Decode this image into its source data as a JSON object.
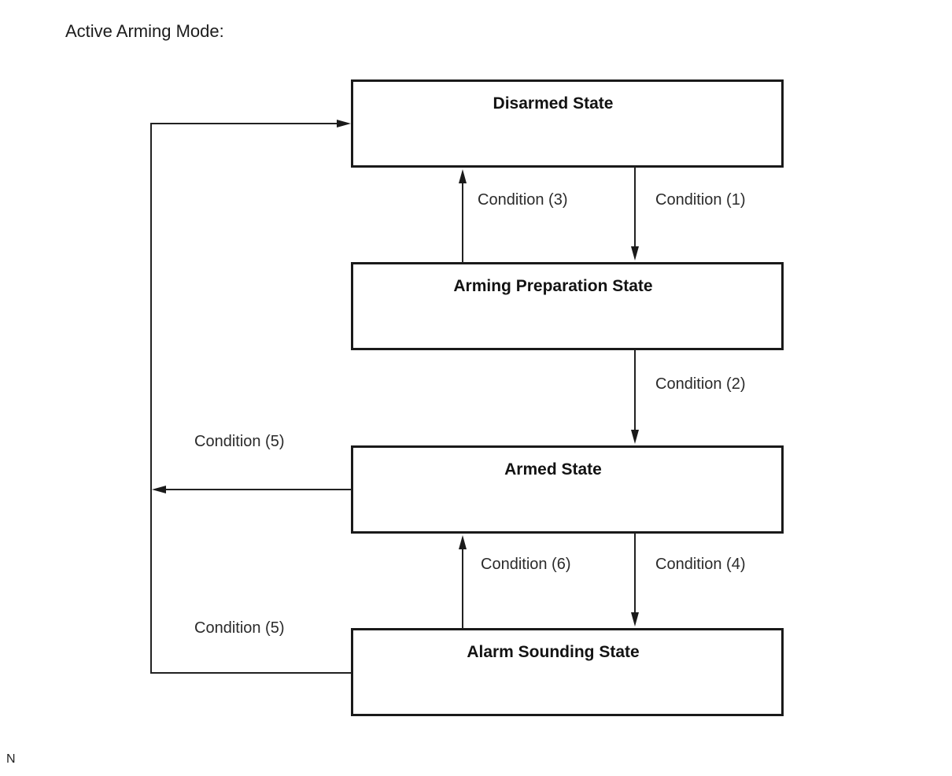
{
  "title": "Active Arming Mode:",
  "footer_note": "N",
  "diagram": {
    "type": "state-diagram",
    "states": [
      {
        "id": "disarmed",
        "label": "Disarmed State"
      },
      {
        "id": "arming_preparation",
        "label": "Arming Preparation State"
      },
      {
        "id": "armed",
        "label": "Armed State"
      },
      {
        "id": "alarm_sounding",
        "label": "Alarm Sounding State"
      }
    ],
    "transitions": [
      {
        "from": "disarmed",
        "to": "arming_preparation",
        "label": "Condition (1)",
        "direction": "down"
      },
      {
        "from": "arming_preparation",
        "to": "armed",
        "label": "Condition (2)",
        "direction": "down"
      },
      {
        "from": "arming_preparation",
        "to": "disarmed",
        "label": "Condition (3)",
        "direction": "up"
      },
      {
        "from": "armed",
        "to": "alarm_sounding",
        "label": "Condition (4)",
        "direction": "down"
      },
      {
        "from": "armed",
        "to": "disarmed",
        "label": "Condition (5)",
        "direction": "left-then-up"
      },
      {
        "from": "alarm_sounding",
        "to": "armed",
        "label": "Condition (6)",
        "direction": "up"
      },
      {
        "from": "alarm_sounding",
        "to": "disarmed",
        "label": "Condition (5)",
        "direction": "left-then-up"
      }
    ],
    "colors": {
      "background": "#ffffff",
      "box_border": "#1a1a1a",
      "line": "#222222",
      "text": "#111111"
    }
  }
}
